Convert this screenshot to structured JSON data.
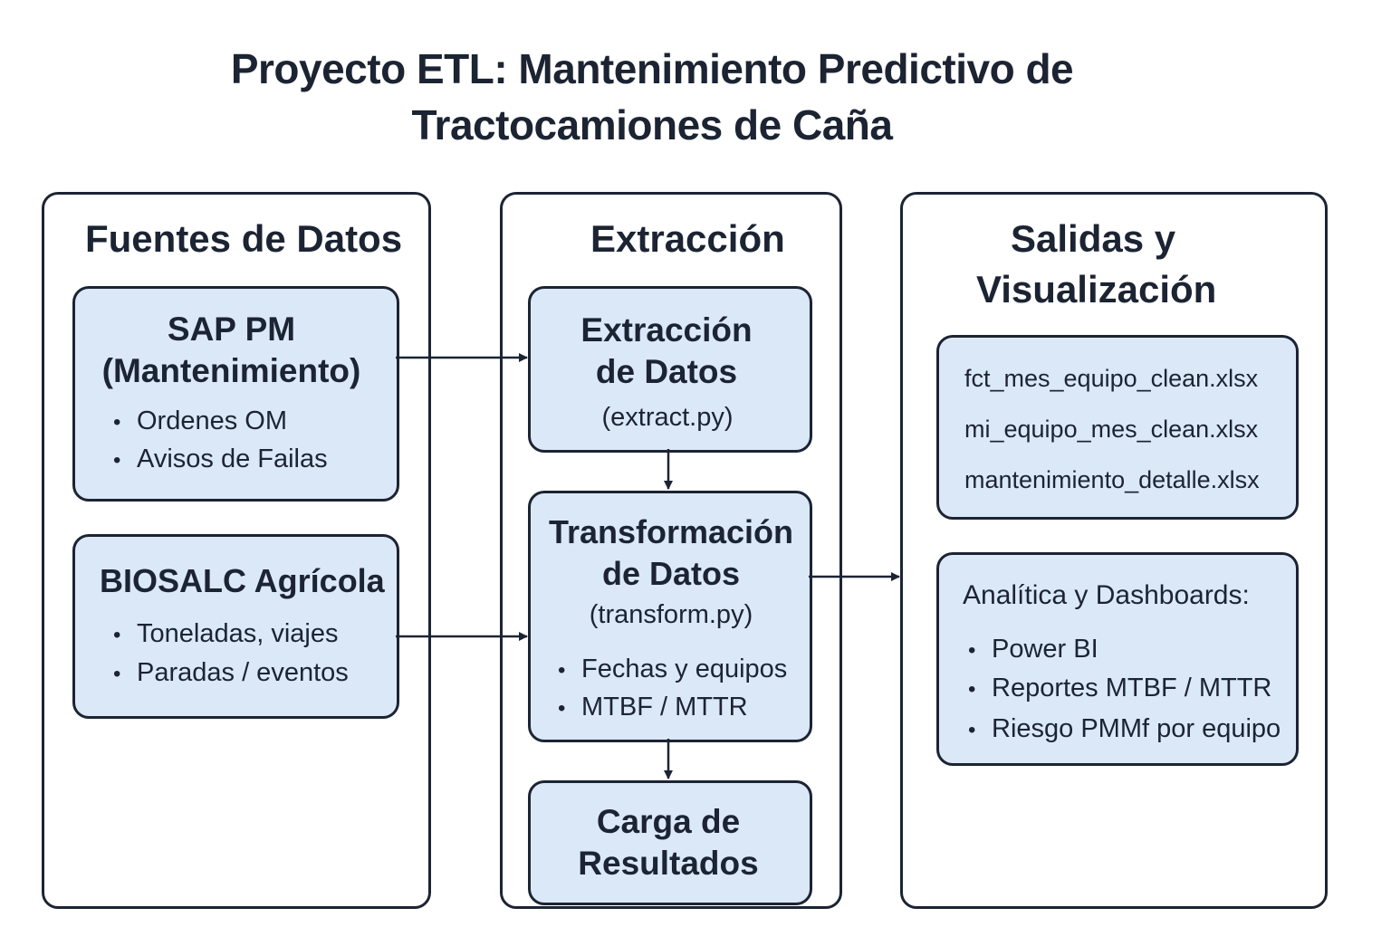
{
  "title": {
    "line1": "Proyecto ETL: Mantenimiento Predictivo de",
    "line2": "Tractocamiones de Caña"
  },
  "sources": {
    "heading": "Fuentes de Datos",
    "sap": {
      "line1": "SAP PM",
      "line2": "(Mantenimiento)",
      "items": [
        "Ordenes OM",
        "Avisos de Failas"
      ]
    },
    "biosalc": {
      "title": "BIOSALC Agrícola",
      "items": [
        "Toneladas, viajes",
        "Paradas / eventos"
      ]
    }
  },
  "extraction": {
    "heading": "Extracción",
    "extract": {
      "line1": "Extracción",
      "line2": "de Datos",
      "script": "(extract.py)"
    },
    "transform": {
      "line1": "Transformación",
      "line2": "de Datos",
      "script": "(transform.py)",
      "items": [
        "Fechas y equipos",
        "MTBF / MTTR"
      ]
    },
    "load": {
      "line1": "Carga de",
      "line2": "Resultados"
    }
  },
  "outputs": {
    "heading_line1": "Salidas y",
    "heading_line2": "Visualización",
    "files": [
      "fct_mes_equipo_clean.xlsx",
      "mi_equipo_mes_clean.xlsx",
      "mantenimiento_detalle.xlsx"
    ],
    "analytics": {
      "title": "Analítica y Dashboards:",
      "items": [
        "Power BI",
        "Reportes MTBF / MTTR",
        "Riesgo PMMf por equipo"
      ]
    }
  },
  "colors": {
    "box_fill": "#dbe8f8",
    "stroke": "#1c2433"
  }
}
